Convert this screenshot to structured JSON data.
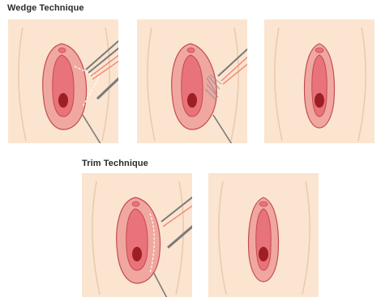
{
  "wedge": {
    "title": "Wedge Technique",
    "steps": [
      "wedge-step-1",
      "wedge-step-2",
      "wedge-step-3"
    ]
  },
  "trim": {
    "title": "Trim Technique",
    "steps": [
      "trim-step-1",
      "trim-step-2"
    ]
  },
  "colors": {
    "panel_bg": "#fbe5d0",
    "outer_tissue": "#f0a7a0",
    "inner_tissue": "#e8737a",
    "opening": "#9c1f24",
    "outline": "#c44a55",
    "instrument": "#7a7a7a",
    "suture": "#f08a7a",
    "fold_line": "#e9c9ae"
  },
  "icons": [
    "forceps-icon",
    "scalpel-icon",
    "suture-icon",
    "incision-line-icon"
  ]
}
